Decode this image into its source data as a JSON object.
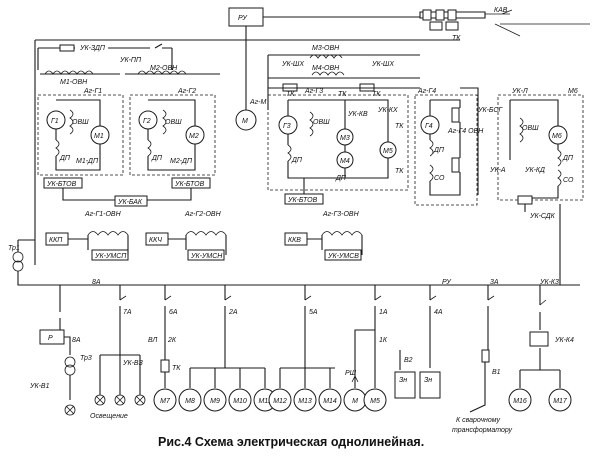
{
  "caption": "Рис.4 Схема электрическая однолинейная.",
  "top": {
    "ru": "РУ",
    "kav": "КАВ",
    "tk": "ТК",
    "uk_zdp": "УК-ЗДП",
    "uk_pp": "УК-ПП",
    "m1_ovn": "М1-ОВН",
    "m2_ovn": "М2-ОВН",
    "m3_ovn": "М3-ОВН",
    "m4_ovn": "М4-ОВН",
    "uk_shkh_l": "УК-ШХ",
    "uk_shkh_r": "УК-ШХ",
    "ag_m": "Аг-М",
    "m": "М"
  },
  "gens": {
    "g1": {
      "title": "Аг-Г1",
      "g": "Г1",
      "m": "М1",
      "dp": "ДП",
      "ovsh": "ОВШ",
      "dp2": "М1-ДП",
      "btov": "УК-БТОВ"
    },
    "g2": {
      "title": "Аг-Г2",
      "g": "Г2",
      "m": "М2",
      "dp": "ДП",
      "ovsh": "ОВШ",
      "dp2": "М2-ДП",
      "btov": "УК-БТОВ"
    },
    "bak": "УК-БАК",
    "g3": {
      "title": "Аг-Г3",
      "g": "Г3",
      "m3": "М3",
      "m4": "М4",
      "m5": "М5",
      "dp": "ДП",
      "ovsh": "ОВШ",
      "dp2": "ДП",
      "btov": "УК-БТОВ",
      "uk_kv": "УК-КВ",
      "uk_kh": "УК-КХ",
      "tk1": "ТК",
      "tk2": "ТК",
      "tk3": "ТК",
      "tk4": "ТК",
      "tk5": "ТК"
    },
    "g4": {
      "title": "Аг-Г4",
      "g": "Г4",
      "dp": "ДП",
      "so": "СО",
      "ag_g4_ovn": "Аг-Г4 ОВН",
      "uk_bsg": "УК-БСГ"
    },
    "m6": {
      "title": "М6",
      "uk_l": "УК-Л",
      "m": "М6",
      "ovsh": "ОВШ",
      "dp": "ДП",
      "so": "СО",
      "uk_kd": "УК-КД",
      "uk_a": "УК-А",
      "uk_sdk": "УК-СДК"
    }
  },
  "ovn": [
    {
      "title": "Аг-Г1-ОВН",
      "left": "ККП",
      "bottom": "УК-УМСП"
    },
    {
      "title": "Аг-Г2-ОВН",
      "left": "ККЧ",
      "bottom": "УК-УМСН"
    },
    {
      "title": "Аг-Г3-ОВН",
      "left": "ККВ",
      "bottom": "УК-УМСВ"
    }
  ],
  "tr1": "Тр1",
  "bus": {
    "ru": "РУ",
    "a8": "8А",
    "a7": "7А",
    "a6": "6А",
    "a2": "2А",
    "a5": "5А",
    "a1": "1А",
    "a4": "4А",
    "a3": "3А",
    "uk_k3": "УК-К3",
    "a8b": "8А",
    "vl": "ВЛ",
    "k2": "2К",
    "k1": "1К",
    "tk": "ТК",
    "v2": "В2",
    "v1": "В1",
    "uk_k4": "УК-К4",
    "p": "Р",
    "tr3": "Тр3",
    "uk_vz": "УК-ВЗ",
    "uk_v1": "УК-В1",
    "rsh": "РШ",
    "zn1": "Зн",
    "zn2": "Зн",
    "light": "Освещение",
    "weld": "К сварочному",
    "weld2": "трансформатору"
  },
  "motors": [
    "М7",
    "М8",
    "М9",
    "М10",
    "М11",
    "М12",
    "М13",
    "М14",
    "М",
    "М5",
    "М16",
    "М17"
  ]
}
